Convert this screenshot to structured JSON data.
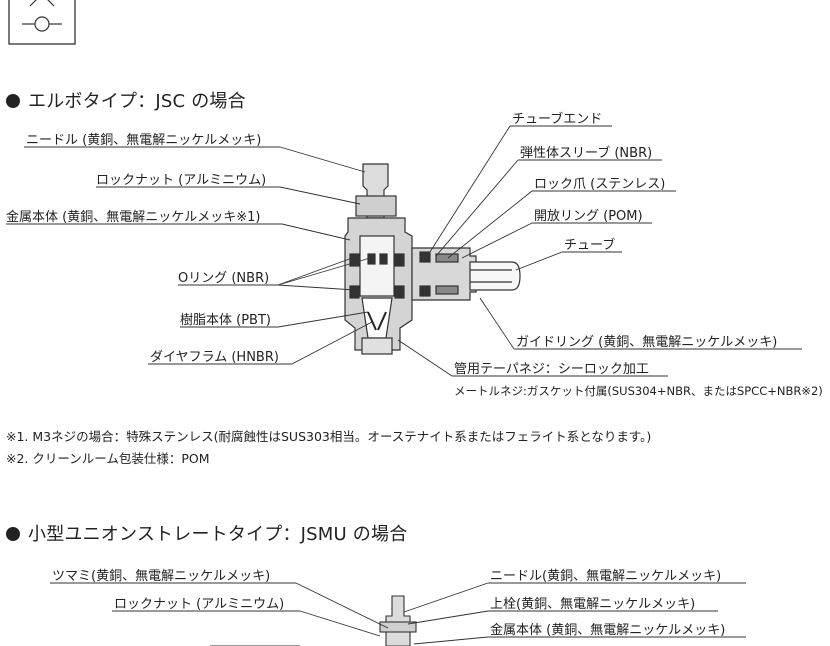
{
  "section1": {
    "title": "エルボタイプ：JSC の場合",
    "labels": {
      "needle": "ニードル (黄銅、無電解ニッケルメッキ)",
      "locknut": "ロックナット (アルミニウム)",
      "body_metal": "金属本体 (黄銅、無電解ニッケルメッキ※1)",
      "oring": "Oリング (NBR)",
      "resin_body": "樹脂本体 (PBT)",
      "diaphragm": "ダイヤフラム (HNBR)",
      "tube_end": "チューブエンド",
      "elastic_sleeve": "弾性体スリーブ (NBR)",
      "lock_claw": "ロック爪 (ステンレス)",
      "release_ring": "開放リング (POM)",
      "tube": "チューブ",
      "guide_ring": "ガイドリング (黄銅、無電解ニッケルメッキ)",
      "pipe_thread": "管用テーパネジ：シーロック加工",
      "metric_thread": "メートルネジ:ガスケット付属(SUS304+NBR、またはSPCC+NBR※2)"
    }
  },
  "notes": [
    "※1. M3ネジの場合：特殊ステンレス(耐腐蝕性はSUS303相当。オーステナイト系またはフェライト系となります。)",
    "※2. クリーンルーム包装仕様：POM"
  ],
  "section2": {
    "title": "小型ユニオンストレートタイプ：JSMU の場合",
    "labels": {
      "knob": "ツマミ(黄銅、無電解ニッケルメッキ)",
      "locknut": "ロックナット (アルミニウム)",
      "needle": "ニードル(黄銅、無電解ニッケルメッキ)",
      "upper_plug": "上栓(黄銅、無電解ニッケルメッキ)",
      "body_metal": "金属本体 (黄銅、無電解ニッケルメッキ)"
    }
  }
}
